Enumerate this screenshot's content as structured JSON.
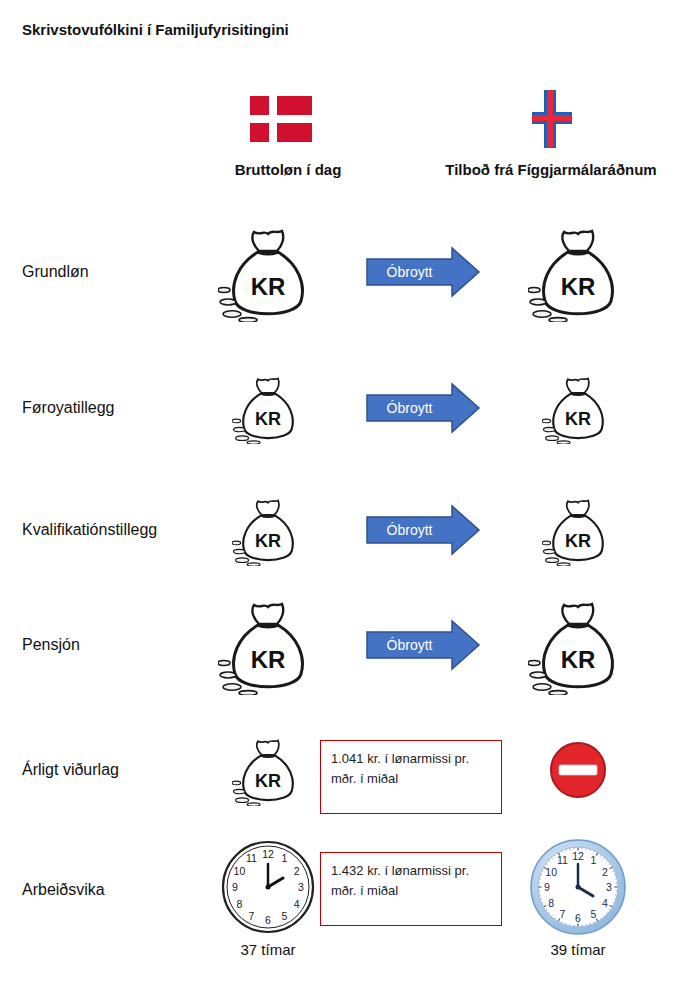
{
  "diagram": {
    "title": "Skrivstovufólkini í Familjufyrisitingini",
    "nodes": [
      {
        "text": [
          "KR"
        ]
      },
      {
        "text": [
          "KR"
        ]
      },
      {
        "text": [
          "KR"
        ]
      },
      {
        "text": [
          "KR"
        ]
      },
      {
        "text": [
          "KR"
        ]
      },
      {
        "text": [
          "KR"
        ]
      },
      {
        "text": [
          "KR"
        ]
      },
      {
        "text": [
          "KR"
        ]
      },
      {
        "text": [
          "KR"
        ]
      },
      {
        "text": [
          "1.041 kr. í lønarmissi pr. mðr. í miðal"
        ]
      },
      {
        "text": [
          "1.432 kr. í lønarmissi pr. mðr. í miðal"
        ]
      }
    ],
    "edges": [
      {
        "from": 0,
        "to": 1,
        "arrow": "to",
        "label": "Óbroytt"
      },
      {
        "from": 2,
        "to": 3,
        "arrow": "to",
        "label": "Óbroytt"
      },
      {
        "from": 4,
        "to": 5,
        "arrow": "to",
        "label": "Óbroytt"
      },
      {
        "from": 6,
        "to": 7,
        "arrow": "to",
        "label": "Óbroytt"
      }
    ],
    "labels": [
      "Bruttoløn í dag",
      "Tilboð frá Fíggjarmálaráðnum",
      "Grundløn",
      "Føroyatillegg",
      "Kvalifikatiónstillegg",
      "Pensjón",
      "Árligt viðurlag",
      "Arbeiðsvika",
      "12",
      "1",
      "2",
      "3",
      "4",
      "5",
      "6",
      "7",
      "8",
      "9",
      "10",
      "11",
      "37 tímar",
      "12",
      "1",
      "2",
      "3",
      "4",
      "5",
      "6",
      "7",
      "8",
      "9",
      "10",
      "11",
      "39 tímar"
    ]
  }
}
